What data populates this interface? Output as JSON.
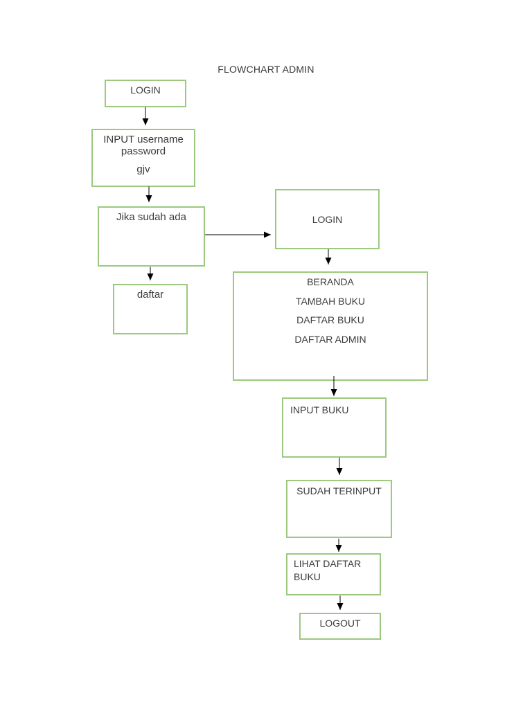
{
  "title": "FLOWCHART ADMIN",
  "colors": {
    "box_border": "#9bc97f",
    "box_fill": "#ffffff",
    "text": "#3b3b3b",
    "arrow": "#000000",
    "background": "#ffffff"
  },
  "nodes": [
    {
      "id": "login-1",
      "label": "LOGIN"
    },
    {
      "id": "input-credentials",
      "lines": [
        "INPUT username",
        "password",
        "gjv"
      ]
    },
    {
      "id": "jika-sudah-ada",
      "label": "Jika sudah ada"
    },
    {
      "id": "daftar",
      "label": "daftar"
    },
    {
      "id": "login-2",
      "label": "LOGIN"
    },
    {
      "id": "menu",
      "lines": [
        "BERANDA",
        "TAMBAH BUKU",
        "DAFTAR BUKU",
        "DAFTAR ADMIN"
      ]
    },
    {
      "id": "input-buku",
      "label": "INPUT BUKU"
    },
    {
      "id": "sudah-terinput",
      "label": "SUDAH TERINPUT"
    },
    {
      "id": "lihat-daftar-buku",
      "label": "LIHAT DAFTAR BUKU"
    },
    {
      "id": "logout",
      "label": "LOGOUT"
    }
  ],
  "edges": [
    {
      "from": "login-1",
      "to": "input-credentials"
    },
    {
      "from": "input-credentials",
      "to": "jika-sudah-ada"
    },
    {
      "from": "jika-sudah-ada",
      "to": "login-2"
    },
    {
      "from": "jika-sudah-ada",
      "to": "daftar"
    },
    {
      "from": "login-2",
      "to": "menu"
    },
    {
      "from": "menu",
      "to": "input-buku"
    },
    {
      "from": "input-buku",
      "to": "sudah-terinput"
    },
    {
      "from": "sudah-terinput",
      "to": "lihat-daftar-buku"
    },
    {
      "from": "lihat-daftar-buku",
      "to": "logout"
    }
  ]
}
